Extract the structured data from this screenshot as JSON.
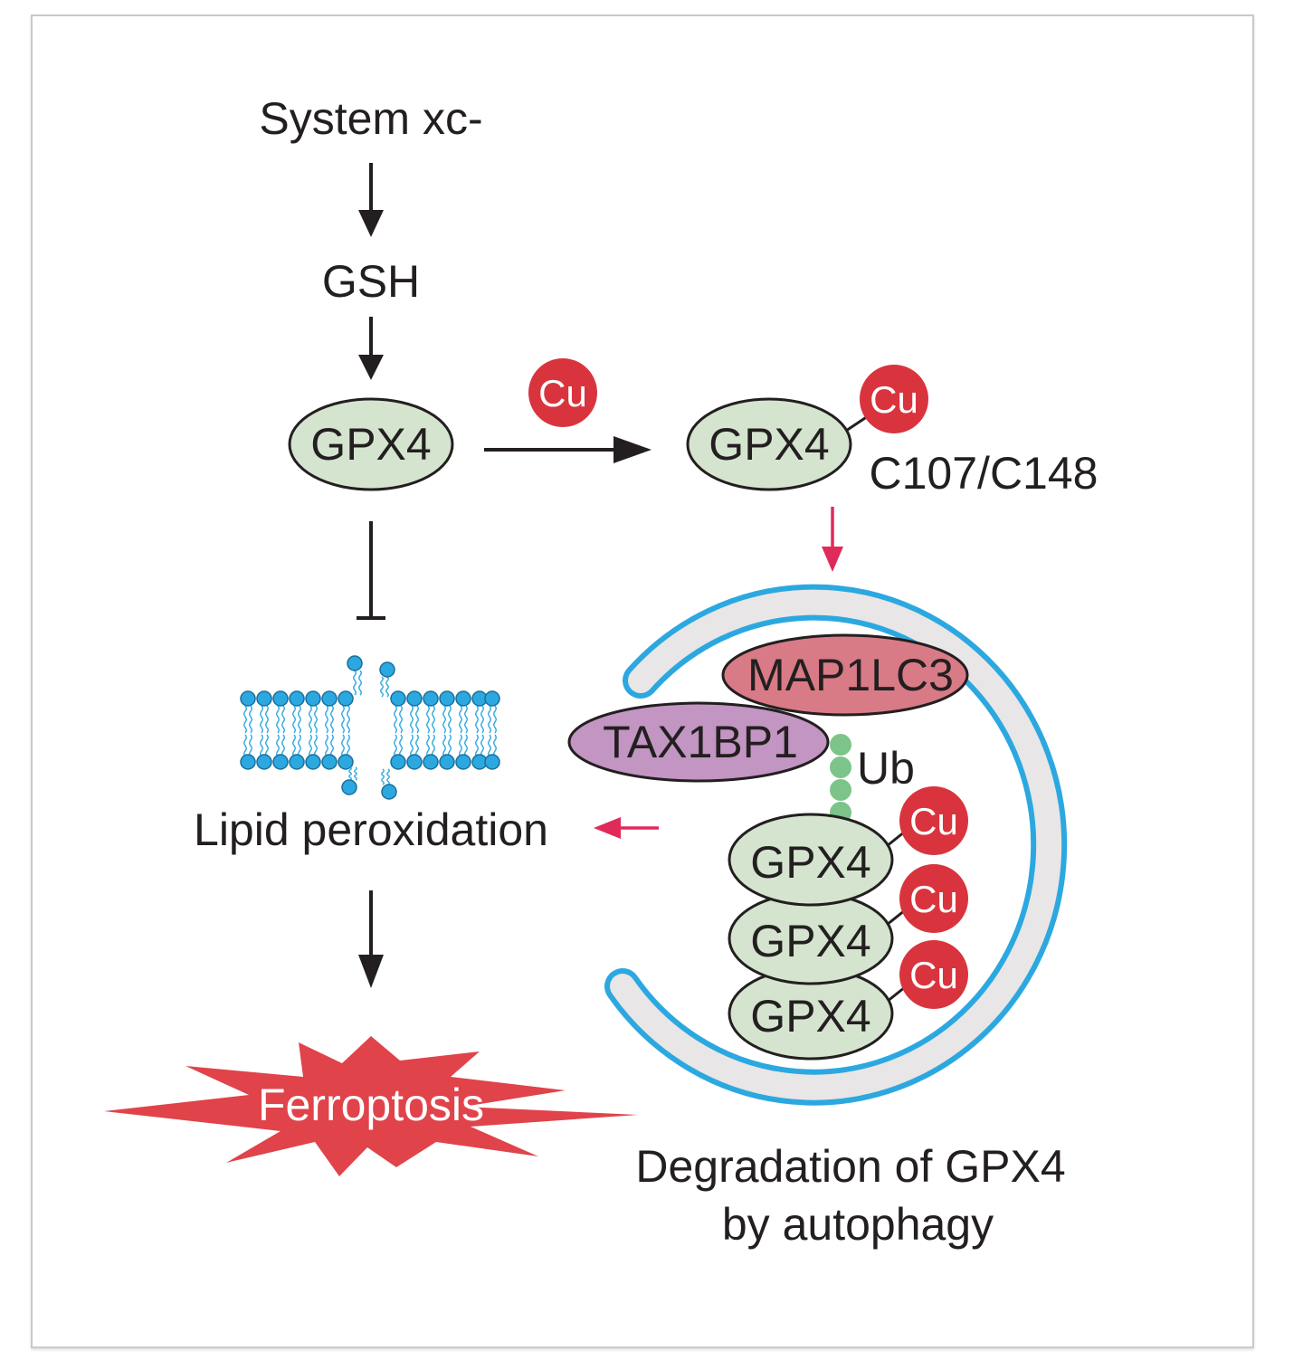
{
  "labels": {
    "system_xc": "System xc-",
    "gsh": "GSH",
    "gpx4": "GPX4",
    "cu": "Cu",
    "site": "C107/C148",
    "map1lc3": "MAP1LC3",
    "tax1bp1": "TAX1BP1",
    "ub": "Ub",
    "lipid_peroxidation": "Lipid peroxidation",
    "ferroptosis": "Ferroptosis",
    "degradation_line1": "Degradation of GPX4",
    "degradation_line2": "by autophagy"
  },
  "colors": {
    "gpx4_fill": "#d5e4cf",
    "cu_red": "#d9343d",
    "map1lc3_fill": "#d87b86",
    "tax1bp1_fill": "#c295c2",
    "ub_green": "#7cc48a",
    "membrane_blue": "#2ca8e0",
    "phagophore_fill": "#e8e6e6",
    "ferroptosis_red": "#e0434a",
    "pathway_arrow_red": "#e02a5a",
    "text_black": "#231f20"
  }
}
